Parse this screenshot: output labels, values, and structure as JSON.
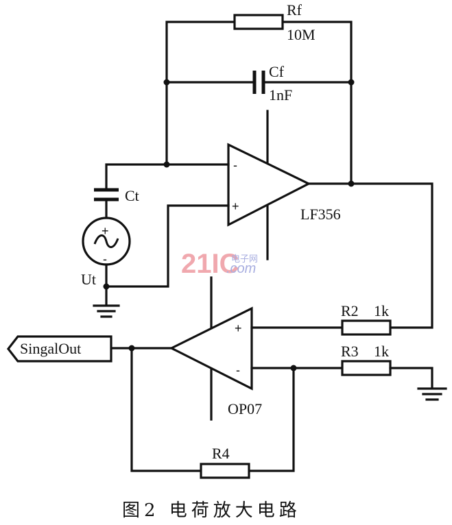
{
  "figure": {
    "caption": "图2   电荷放大电路",
    "watermark": {
      "brand": "21IC",
      "cn": "电子网",
      "domain": ".com"
    }
  },
  "components": {
    "rf": {
      "name": "Rf",
      "value": "10M"
    },
    "cf": {
      "name": "Cf",
      "value": "1nF"
    },
    "ct": {
      "name": "Ct"
    },
    "ut": {
      "name": "Ut",
      "plus": "+",
      "minus": "-"
    },
    "u1": {
      "name": "LF356",
      "inv": "-",
      "noninv": "+"
    },
    "u2": {
      "name": "OP07",
      "inv": "-",
      "noninv": "+"
    },
    "r2": {
      "name": "R2",
      "value": "1k"
    },
    "r3": {
      "name": "R3",
      "value": "1k"
    },
    "r4": {
      "name": "R4"
    },
    "out": {
      "label": "SingalOut"
    }
  },
  "colors": {
    "ink": "#111111",
    "watermark_red": "#f0a8ae",
    "watermark_blue": "#a8aee0"
  }
}
